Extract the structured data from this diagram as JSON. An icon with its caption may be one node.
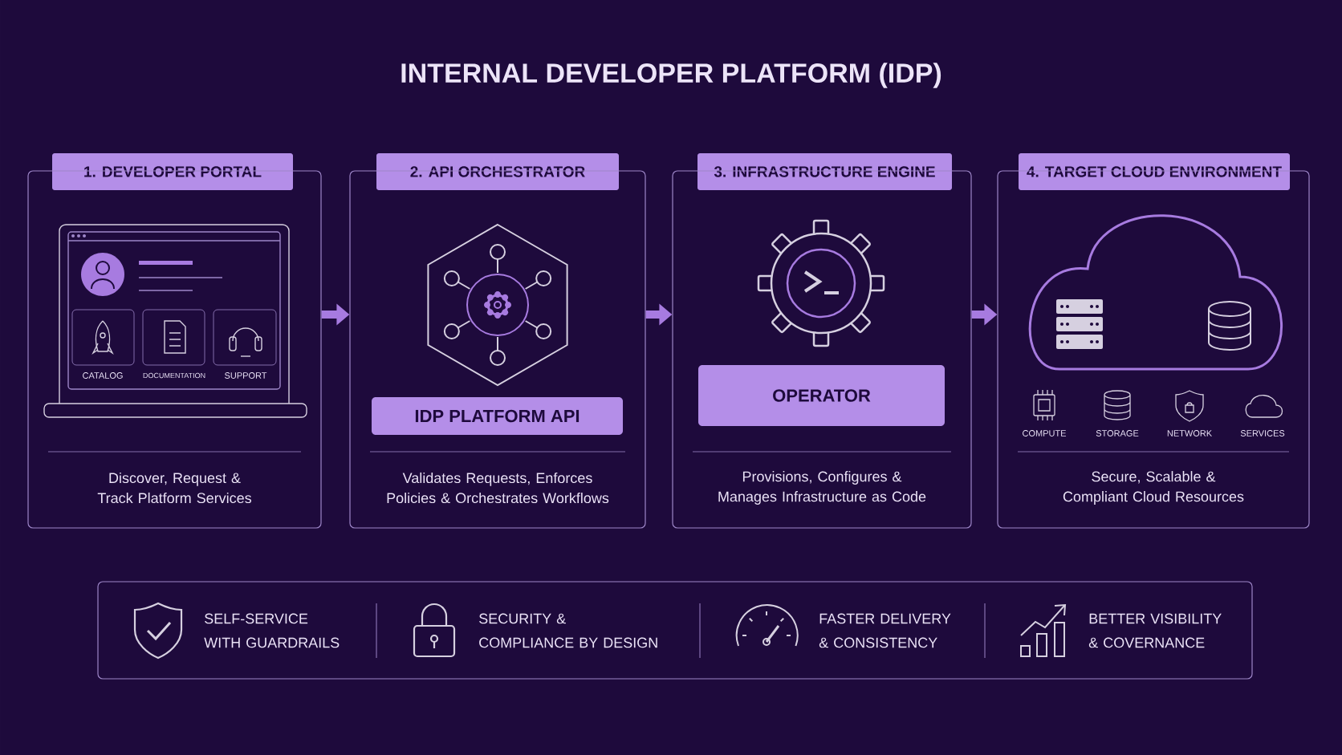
{
  "diagram": {
    "title": "INTERNAL DEVELOPER PLATFORM (IDP)",
    "nodes": [
      {
        "text": [
          "1. DEVELOPER PORTAL"
        ]
      },
      {
        "text": [
          "Discover, Request & Track Platform Services"
        ]
      },
      {
        "text": [
          "2. API ORCHESTRATOR"
        ]
      },
      {
        "text": [
          "Validates Requests, Enforces Policies & Orchestrates Workflows"
        ]
      },
      {
        "text": [
          "IDP PLATFORM API"
        ],
        "in": 3
      },
      {
        "text": [
          "3. INFRASTRUCTURE ENGINE"
        ]
      },
      {
        "text": [
          "Provisions, Configures & Manages Infrastructure as Code"
        ]
      },
      {
        "text": [
          "OPERATOR"
        ],
        "in": 6
      },
      {
        "text": [
          "4. TARGET CLOUD ENVIRONMENT"
        ]
      },
      {
        "text": [
          "Secure, Scalable & Compliant Cloud Resources"
        ]
      }
    ],
    "edges": [
      {
        "from": 1,
        "to": 3,
        "arrow": "to"
      },
      {
        "from": 3,
        "to": 6,
        "arrow": "to"
      },
      {
        "from": 6,
        "to": 9,
        "arrow": "to"
      }
    ],
    "labels": [
      "CATALOG",
      "DOCUMENTATION",
      "SUPPORT",
      "COMPUTE",
      "STORAGE",
      "NETWORK",
      "SERVICES",
      "SELF-SERVICE WITH GUARDRAILS",
      "SECURITY & COMPLIANCE BY DESIGN",
      "FASTER DELIVERY & CONSISTENCY",
      "BETTER VISIBILITY & COVERNANCE"
    ]
  }
}
